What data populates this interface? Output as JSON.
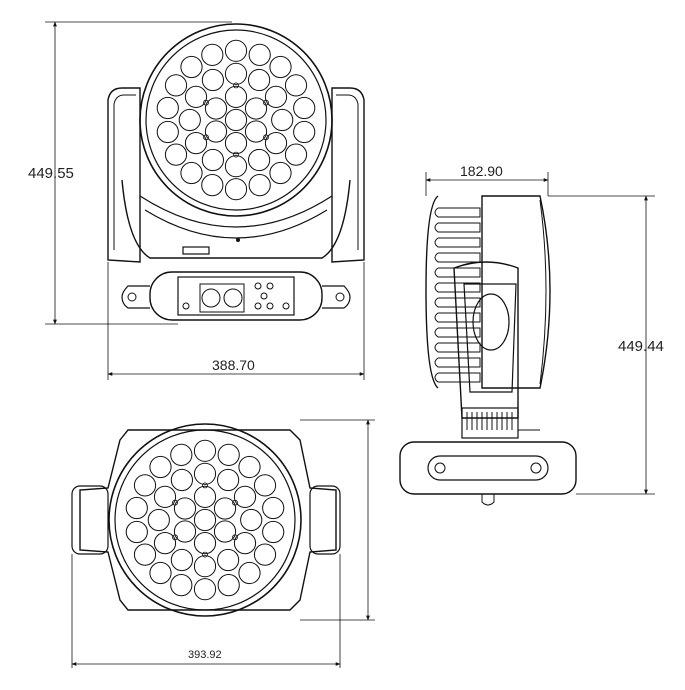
{
  "diagram": {
    "front_view": {
      "height_label": "449.55",
      "width_label": "388.70"
    },
    "side_view": {
      "depth_label": "182.90",
      "height_label": "449.44"
    },
    "top_view": {
      "width_label": "393.92",
      "side_label": ""
    }
  },
  "colors": {
    "line": "#111111",
    "background": "#ffffff"
  }
}
